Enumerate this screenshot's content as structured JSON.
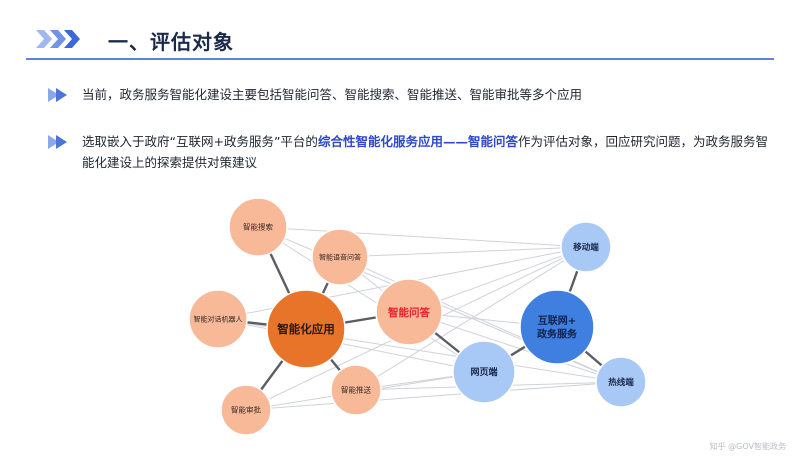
{
  "header": {
    "title": "一、评估对象"
  },
  "bullets": [
    {
      "text": "当前，政务服务智能化建设主要包括智能问答、智能搜索、智能推送、智能审批等多个应用"
    },
    {
      "before": "选取嵌入于政府“互联网+政务服务”平台的",
      "highlight": "综合性智能化服务应用——智能问答",
      "after": "作为评估对象，回应研究问题，为政务服务智能化建设上的探索提供对策建议"
    }
  ],
  "diagram": {
    "colors": {
      "orange_dark": "#e8742a",
      "peach": "#f7b998",
      "blue_dark": "#3f7fe0",
      "blue_light": "#a8c8f5"
    },
    "nodes": [
      {
        "id": "zhineng_sousuo",
        "label": "智能搜索",
        "kind": "peach"
      },
      {
        "id": "zhineng_yuyin",
        "label": "智能语音问答",
        "kind": "peach"
      },
      {
        "id": "zhineng_duihua",
        "label": "智能对话机器人",
        "kind": "peach"
      },
      {
        "id": "zhineng_tuisong",
        "label": "智能推送",
        "kind": "peach"
      },
      {
        "id": "zhineng_shenpi",
        "label": "智能审批",
        "kind": "peach"
      },
      {
        "id": "zhinenghua_yingyong",
        "label": "智能化应用",
        "kind": "orange_dark"
      },
      {
        "id": "zhineng_wenda",
        "label": "智能问答",
        "kind": "peach_focus"
      },
      {
        "id": "hulianwang",
        "label_lines": [
          "互联网+",
          "政务服务"
        ],
        "kind": "blue_dark"
      },
      {
        "id": "yidong",
        "label": "移动端",
        "kind": "blue_light"
      },
      {
        "id": "wangye",
        "label": "网页端",
        "kind": "blue_light"
      },
      {
        "id": "rexian",
        "label": "热线端",
        "kind": "blue_light"
      }
    ],
    "strong_edges": [
      [
        "zhinenghua_yingyong",
        "zhineng_sousuo"
      ],
      [
        "zhinenghua_yingyong",
        "zhineng_yuyin"
      ],
      [
        "zhinenghua_yingyong",
        "zhineng_duihua"
      ],
      [
        "zhinenghua_yingyong",
        "zhineng_tuisong"
      ],
      [
        "zhinenghua_yingyong",
        "zhineng_shenpi"
      ],
      [
        "zhinenghua_yingyong",
        "zhineng_wenda"
      ],
      [
        "hulianwang",
        "yidong"
      ],
      [
        "hulianwang",
        "wangye"
      ],
      [
        "hulianwang",
        "rexian"
      ],
      [
        "zhineng_wenda",
        "wangye"
      ]
    ],
    "weak_edges": [
      [
        "zhineng_sousuo",
        "yidong"
      ],
      [
        "zhineng_sousuo",
        "wangye"
      ],
      [
        "zhineng_sousuo",
        "rexian"
      ],
      [
        "zhineng_yuyin",
        "yidong"
      ],
      [
        "zhineng_yuyin",
        "wangye"
      ],
      [
        "zhineng_yuyin",
        "rexian"
      ],
      [
        "zhineng_duihua",
        "yidong"
      ],
      [
        "zhineng_duihua",
        "wangye"
      ],
      [
        "zhineng_duihua",
        "rexian"
      ],
      [
        "zhineng_tuisong",
        "yidong"
      ],
      [
        "zhineng_tuisong",
        "wangye"
      ],
      [
        "zhineng_tuisong",
        "rexian"
      ],
      [
        "zhineng_shenpi",
        "yidong"
      ],
      [
        "zhineng_shenpi",
        "wangye"
      ],
      [
        "zhineng_shenpi",
        "rexian"
      ],
      [
        "zhineng_wenda",
        "yidong"
      ],
      [
        "zhineng_wenda",
        "rexian"
      ],
      [
        "zhineng_wenda",
        "hulianwang"
      ]
    ]
  },
  "footer": {
    "watermark": "知乎 @GOV智能政务"
  }
}
